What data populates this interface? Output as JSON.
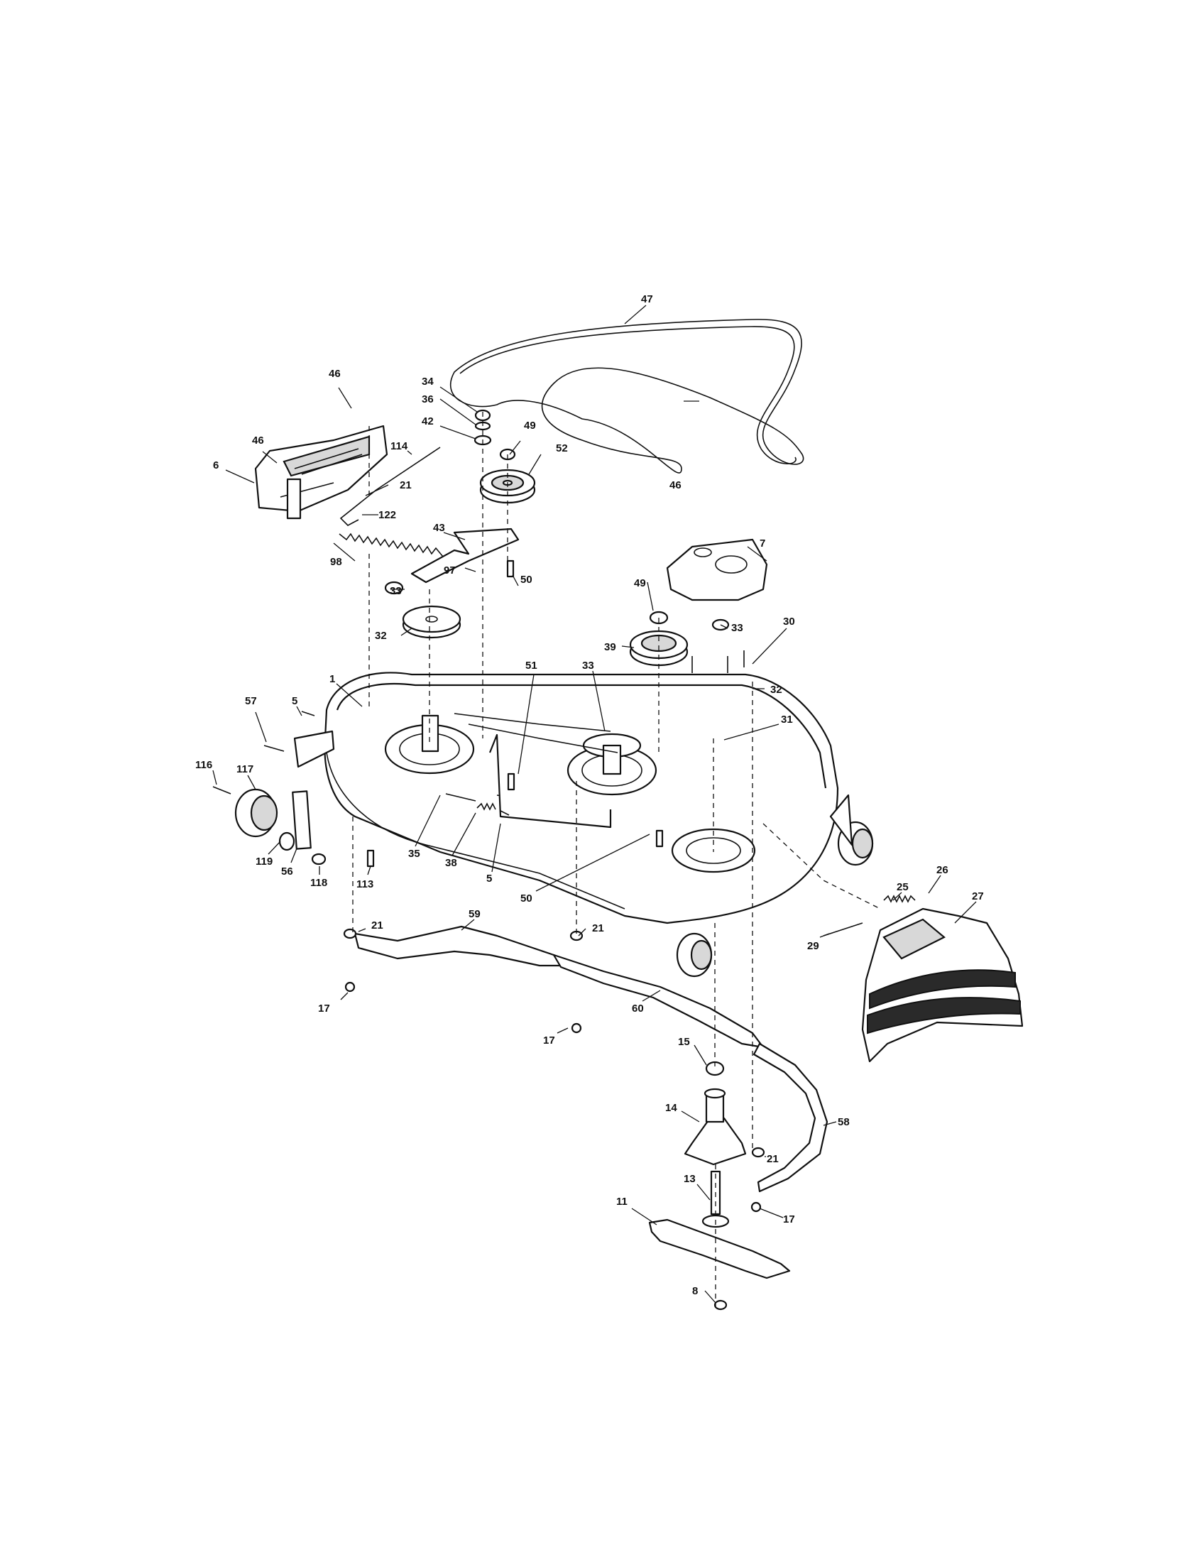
{
  "diagram": {
    "labels": [
      {
        "id": "l47",
        "text": "47"
      },
      {
        "id": "l34",
        "text": "34"
      },
      {
        "id": "l36",
        "text": "36"
      },
      {
        "id": "l42",
        "text": "42"
      },
      {
        "id": "l49a",
        "text": "49"
      },
      {
        "id": "l52",
        "text": "52"
      },
      {
        "id": "l46a",
        "text": "46"
      },
      {
        "id": "l46b",
        "text": "46"
      },
      {
        "id": "l6",
        "text": "6"
      },
      {
        "id": "l114",
        "text": "114"
      },
      {
        "id": "l21a",
        "text": "21"
      },
      {
        "id": "l122",
        "text": "122"
      },
      {
        "id": "l43",
        "text": "43"
      },
      {
        "id": "l98",
        "text": "98"
      },
      {
        "id": "l97",
        "text": "97"
      },
      {
        "id": "l50a",
        "text": "50"
      },
      {
        "id": "l33a",
        "text": "33"
      },
      {
        "id": "l32a",
        "text": "32"
      },
      {
        "id": "l46c",
        "text": "46"
      },
      {
        "id": "l7",
        "text": "7"
      },
      {
        "id": "l49b",
        "text": "49"
      },
      {
        "id": "l33b",
        "text": "33"
      },
      {
        "id": "l30",
        "text": "30"
      },
      {
        "id": "l39",
        "text": "39"
      },
      {
        "id": "l32b",
        "text": "32"
      },
      {
        "id": "l31",
        "text": "31"
      },
      {
        "id": "l1",
        "text": "1"
      },
      {
        "id": "l51",
        "text": "51"
      },
      {
        "id": "l33c",
        "text": "33"
      },
      {
        "id": "l57",
        "text": "57"
      },
      {
        "id": "l5a",
        "text": "5"
      },
      {
        "id": "l116",
        "text": "116"
      },
      {
        "id": "l117",
        "text": "117"
      },
      {
        "id": "l119",
        "text": "119"
      },
      {
        "id": "l56",
        "text": "56"
      },
      {
        "id": "l118",
        "text": "118"
      },
      {
        "id": "l113",
        "text": "113"
      },
      {
        "id": "l35",
        "text": "35"
      },
      {
        "id": "l38",
        "text": "38"
      },
      {
        "id": "l5b",
        "text": "5"
      },
      {
        "id": "l50b",
        "text": "50"
      },
      {
        "id": "l25",
        "text": "25"
      },
      {
        "id": "l26",
        "text": "26"
      },
      {
        "id": "l27",
        "text": "27"
      },
      {
        "id": "l29",
        "text": "29"
      },
      {
        "id": "l21b",
        "text": "21"
      },
      {
        "id": "l59",
        "text": "59"
      },
      {
        "id": "l21c",
        "text": "21"
      },
      {
        "id": "l17a",
        "text": "17"
      },
      {
        "id": "l17b",
        "text": "17"
      },
      {
        "id": "l60",
        "text": "60"
      },
      {
        "id": "l15",
        "text": "15"
      },
      {
        "id": "l14",
        "text": "14"
      },
      {
        "id": "l58",
        "text": "58"
      },
      {
        "id": "l21d",
        "text": "21"
      },
      {
        "id": "l13",
        "text": "13"
      },
      {
        "id": "l17c",
        "text": "17"
      },
      {
        "id": "l11",
        "text": "11"
      },
      {
        "id": "l8",
        "text": "8"
      }
    ]
  }
}
